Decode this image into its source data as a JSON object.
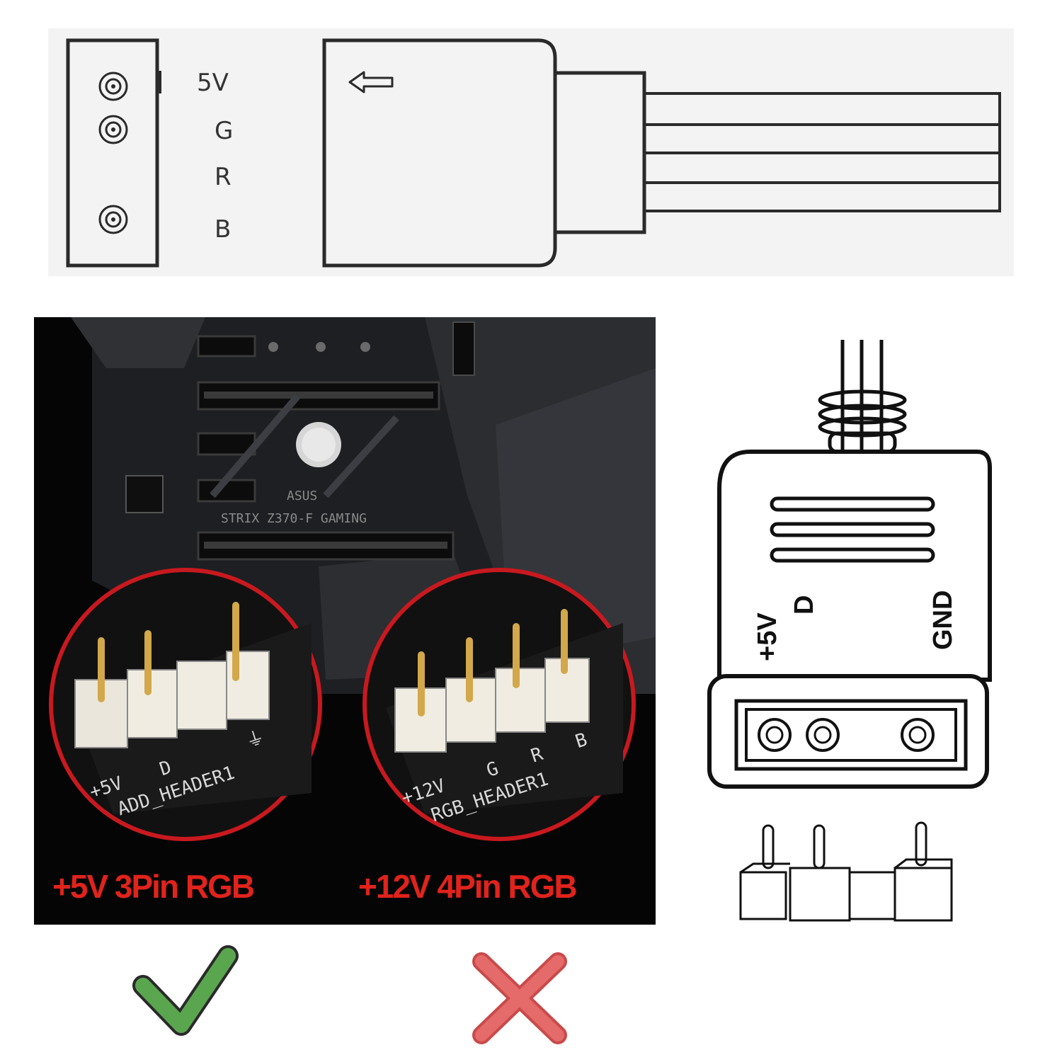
{
  "top_connector": {
    "pins": [
      "5V",
      "G",
      "R",
      "B"
    ]
  },
  "motherboard": {
    "brand": "ASUS",
    "model": "STRIX Z370-F GAMING",
    "add_header": {
      "pins": [
        "+5V",
        "D",
        "⏚"
      ],
      "name": "ADD_HEADER1",
      "caption": "+5V 3Pin RGB",
      "verdict": "compatible"
    },
    "rgb_header": {
      "pins": [
        "+12V",
        "G",
        "R",
        "B"
      ],
      "name": "RGB_HEADER1",
      "caption": "+12V 4Pin RGB",
      "verdict": "incompatible"
    }
  },
  "side_connector": {
    "labels": [
      "+5V",
      "D",
      "GND"
    ]
  },
  "colors": {
    "check": "#5aa64f",
    "cross": "#e56a6a",
    "caption_red": "#e0231c",
    "ring_red": "#c8191f"
  },
  "icons": [
    "check-icon",
    "cross-icon",
    "arrow-left-icon"
  ]
}
